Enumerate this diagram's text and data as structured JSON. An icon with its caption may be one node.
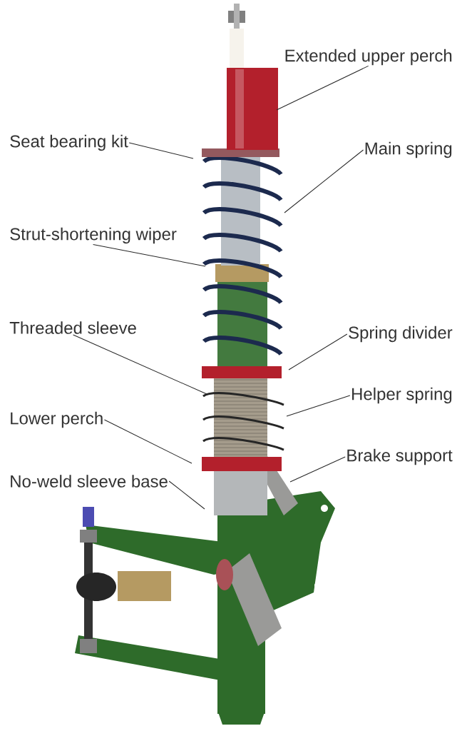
{
  "diagram": {
    "nodes": [
      {
        "text": [
          "Extended upper perch"
        ]
      },
      {
        "text": [
          "Seat bearing kit"
        ]
      },
      {
        "text": [
          "Main spring"
        ]
      },
      {
        "text": [
          "Strut-shortening wiper"
        ]
      },
      {
        "text": [
          "Threaded sleeve"
        ]
      },
      {
        "text": [
          "Spring divider"
        ]
      },
      {
        "text": [
          "Helper spring"
        ]
      },
      {
        "text": [
          "Lower perch"
        ]
      },
      {
        "text": [
          "Brake support"
        ]
      },
      {
        "text": [
          "No-weld sleeve base"
        ]
      }
    ],
    "edges": [
      {
        "from": 0,
        "to": null,
        "arrow": "none"
      },
      {
        "from": 1,
        "to": null,
        "arrow": "none"
      },
      {
        "from": 2,
        "to": null,
        "arrow": "none"
      },
      {
        "from": 3,
        "to": null,
        "arrow": "none"
      },
      {
        "from": 4,
        "to": null,
        "arrow": "none"
      },
      {
        "from": 5,
        "to": null,
        "arrow": "none"
      },
      {
        "from": 6,
        "to": null,
        "arrow": "none"
      },
      {
        "from": 7,
        "to": null,
        "arrow": "none"
      },
      {
        "from": 8,
        "to": null,
        "arrow": "none"
      },
      {
        "from": 9,
        "to": null,
        "arrow": "none"
      }
    ]
  }
}
